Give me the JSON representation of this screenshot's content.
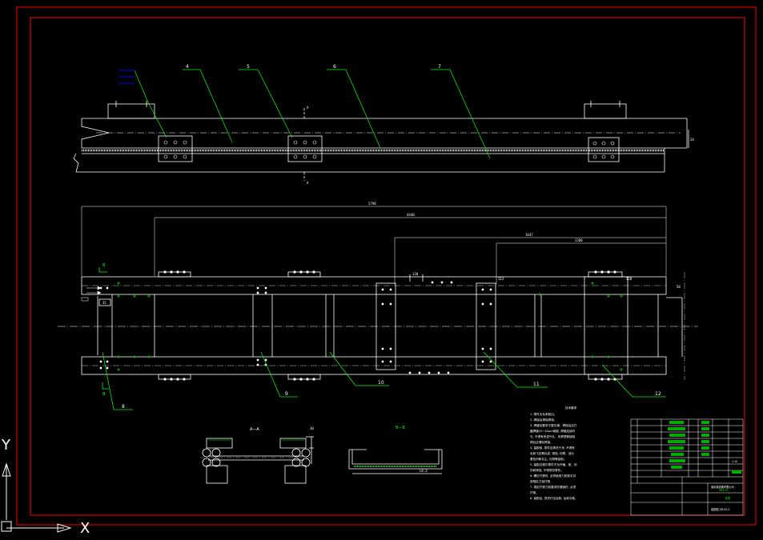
{
  "drawing": {
    "balloons": [
      "4",
      "5",
      "6",
      "7",
      "8",
      "9",
      "10",
      "11",
      "12"
    ],
    "section_labels": {
      "aa_cut": "A",
      "bb_cut": "B",
      "aa_view": "A—A",
      "bb_view": "B—B"
    },
    "dimensions": {
      "overall_width_top": "24",
      "overall_length": "2790",
      "length_2": "4440",
      "length_3": "1647",
      "length_4": "1280",
      "right_height": "50",
      "small_dim_1": "112",
      "small_dim_2": "120",
      "small_dim_3": "35",
      "small_dim_4": "130",
      "aa_dim": "30",
      "bb_dim": "L8.3"
    },
    "notes": {
      "title": "技术要求",
      "lines": [
        "1. 零件去毛刺锐边。",
        "2. 焊接后清除焊渣。",
        "3. 焊缝处要求平整光滑，焊接后应打",
        "   磨焊缝10~40μm钢板, 焊缝连续均",
        "   匀, 不得有夹渣气孔、未焊透等缺陷",
        "   焊后应清除焊渣。",
        "4. 装配前, 零件应清洗干净, 不得有",
        "   毛刺飞边氧化皮, 锈蚀, 切屑、油污",
        "   着色剂和灰尘, 污物等缺陷。",
        "5. 装配过程中零件不允许磕、碰、划",
        "   伤和锈蚀, 不得损伤零件。",
        "6. 螺钉拧紧时, 必须使用力矩扳手并",
        "   按规定力矩拧紧。",
        "7. 规定拧紧力矩要求的紧固件, 必须",
        "   拧紧。",
        "8. 装配后, 须进行空运转, 运转平稳。"
      ]
    },
    "title_block": {
      "drawing_name": "机架",
      "drawing_no": "ZB1-05",
      "scale": "1:10",
      "company": "某机械设备有限公司",
      "footer": "装配图 ZB-05-2"
    },
    "ucs": {
      "x_label": "X",
      "y_label": "Y"
    },
    "colors": {
      "background": "#000000",
      "border": "#ff0000",
      "geometry": "#ffffff",
      "leaders": "#00ff00",
      "hidden": "#0000ff"
    }
  }
}
